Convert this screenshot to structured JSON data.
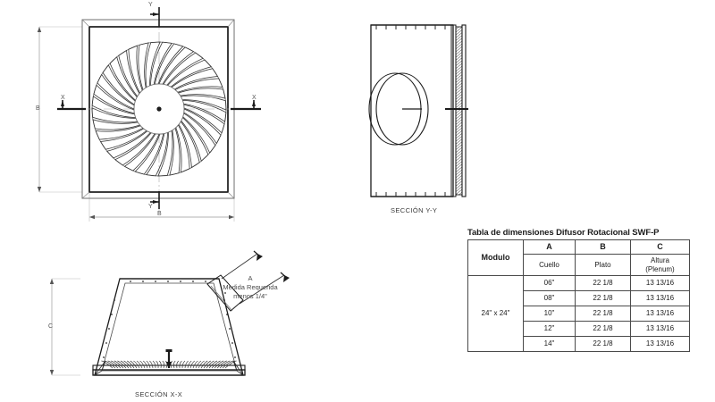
{
  "document": {
    "type": "technical-drawing",
    "subject": "Difusor Rotacional SWF-P"
  },
  "front_view": {
    "dim_left_label": "B",
    "dim_bottom_label": "B",
    "section_marker_top": "Y",
    "section_marker_bottom": "Y",
    "section_marker_left": "X",
    "section_marker_right": "X",
    "blade_count": 36
  },
  "section_yy": {
    "caption": "SECCIÓN Y-Y"
  },
  "section_xx": {
    "caption": "SECCIÓN X-X",
    "dim_left_label": "C",
    "note_line1": "A",
    "note_line2": "Medida Requerida",
    "note_line3": "menos 1/4\""
  },
  "table": {
    "title": "Tabla de dimensiones Difusor Rotacional  SWF-P",
    "header_modulo": "Modulo",
    "header_letters": [
      "A",
      "B",
      "C"
    ],
    "header_subs": [
      "Cuello",
      "Plato",
      "Altura\n(Plenum)"
    ],
    "header_sub_a": "Cuello",
    "header_sub_b": "Plato",
    "header_sub_c_line1": "Altura",
    "header_sub_c_line2": "(Plenum)",
    "modulo_value": "24\" x 24\"",
    "rows": [
      {
        "cuello": "06\"",
        "plato": "22 1/8",
        "altura": "13 13/16"
      },
      {
        "cuello": "08\"",
        "plato": "22 1/8",
        "altura": "13 13/16"
      },
      {
        "cuello": "10\"",
        "plato": "22 1/8",
        "altura": "13 13/16"
      },
      {
        "cuello": "12\"",
        "plato": "22 1/8",
        "altura": "13 13/16"
      },
      {
        "cuello": "14\"",
        "plato": "22 1/8",
        "altura": "13 13/16"
      }
    ]
  },
  "colors": {
    "background": "#ffffff",
    "line": "#1b1b1b",
    "thin_line": "#6a6a6a",
    "dim_line": "#9a9a9a",
    "text": "#3a3a3a"
  }
}
